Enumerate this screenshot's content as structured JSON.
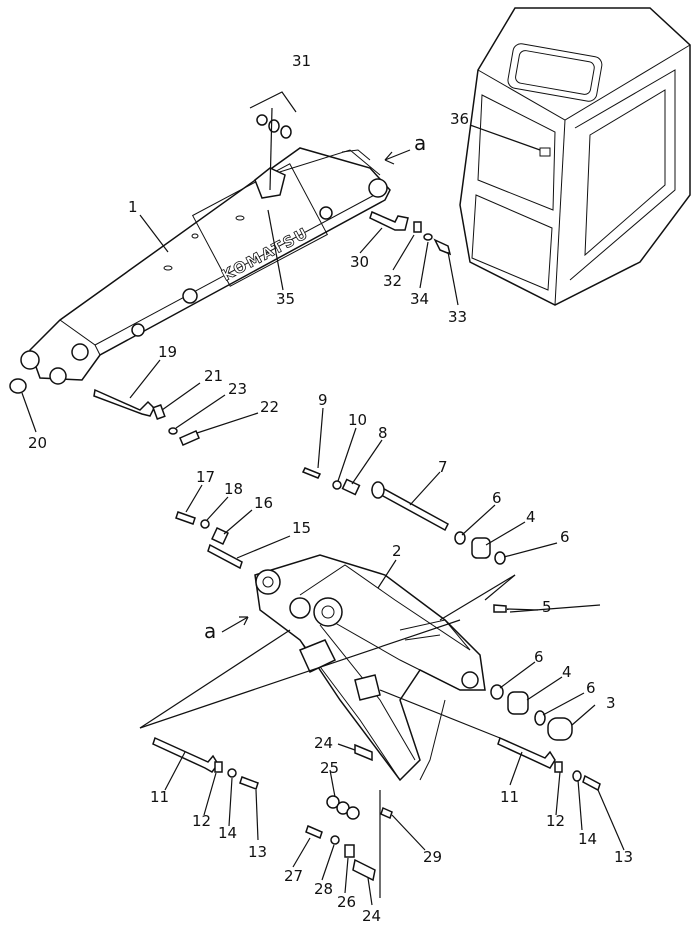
{
  "diagram": {
    "brand_text": "KOMATSU",
    "view_marker": "a",
    "callouts": [
      "1",
      "2",
      "3",
      "4",
      "5",
      "6",
      "7",
      "8",
      "9",
      "10",
      "11",
      "12",
      "13",
      "14",
      "15",
      "16",
      "17",
      "18",
      "19",
      "20",
      "21",
      "22",
      "23",
      "24",
      "25",
      "26",
      "27",
      "28",
      "29",
      "30",
      "31",
      "32",
      "33",
      "34",
      "35",
      "36"
    ]
  }
}
